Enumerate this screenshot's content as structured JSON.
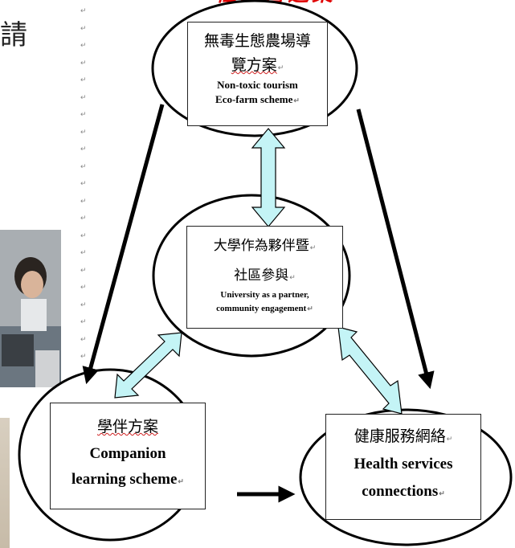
{
  "page": {
    "partial_left_char": "請",
    "partial_title": "社區營造業",
    "paragraph_mark": "↵"
  },
  "diagram": {
    "nodes": {
      "farm": {
        "zh_line1": "無毒生態農場導",
        "zh_line2": "覽方案",
        "en_line1": "Non-toxic tourism",
        "en_line2": "Eco-farm scheme"
      },
      "university": {
        "zh_line1": "大學作為夥伴暨",
        "zh_line2": "社區參與",
        "en_line1": "University as a partner,",
        "en_line2": "community engagement"
      },
      "companion": {
        "zh": "學伴方案",
        "en_line1": "Companion",
        "en_line2": "learning scheme"
      },
      "health": {
        "zh": "健康服務網絡",
        "en_line1": "Health services",
        "en_line2": "connections"
      }
    },
    "colors": {
      "double_arrow_fill": "#c4f4f6",
      "arrow_stroke": "#000000",
      "title_red": "#e00000"
    }
  }
}
